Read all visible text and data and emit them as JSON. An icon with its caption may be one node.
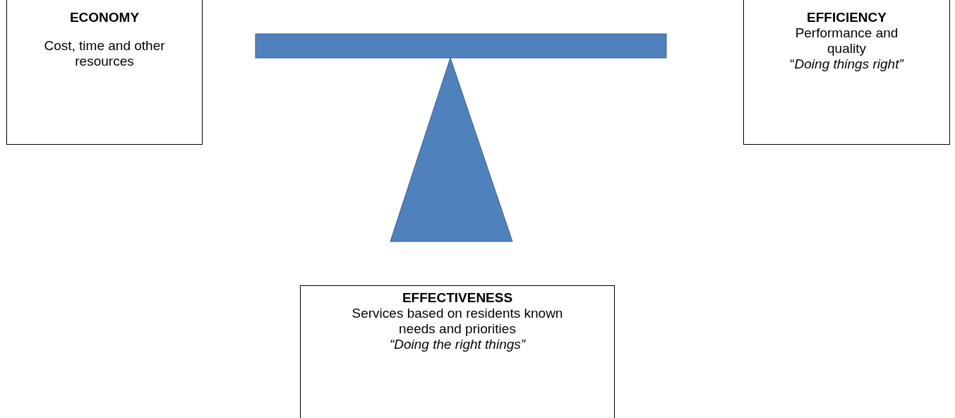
{
  "diagram": {
    "nodes": [
      {
        "text": [
          "ECONOMY",
          "Cost, time and other resources"
        ]
      },
      {
        "text": [
          "EFFICIENCY",
          "Performance and quality",
          "“*Doing things right”*"
        ]
      },
      {
        "text": [
          "EFFECTIVENESS",
          "Services based on residents known needs and priorities",
          "“Doing the right things”"
        ]
      }
    ]
  }
}
